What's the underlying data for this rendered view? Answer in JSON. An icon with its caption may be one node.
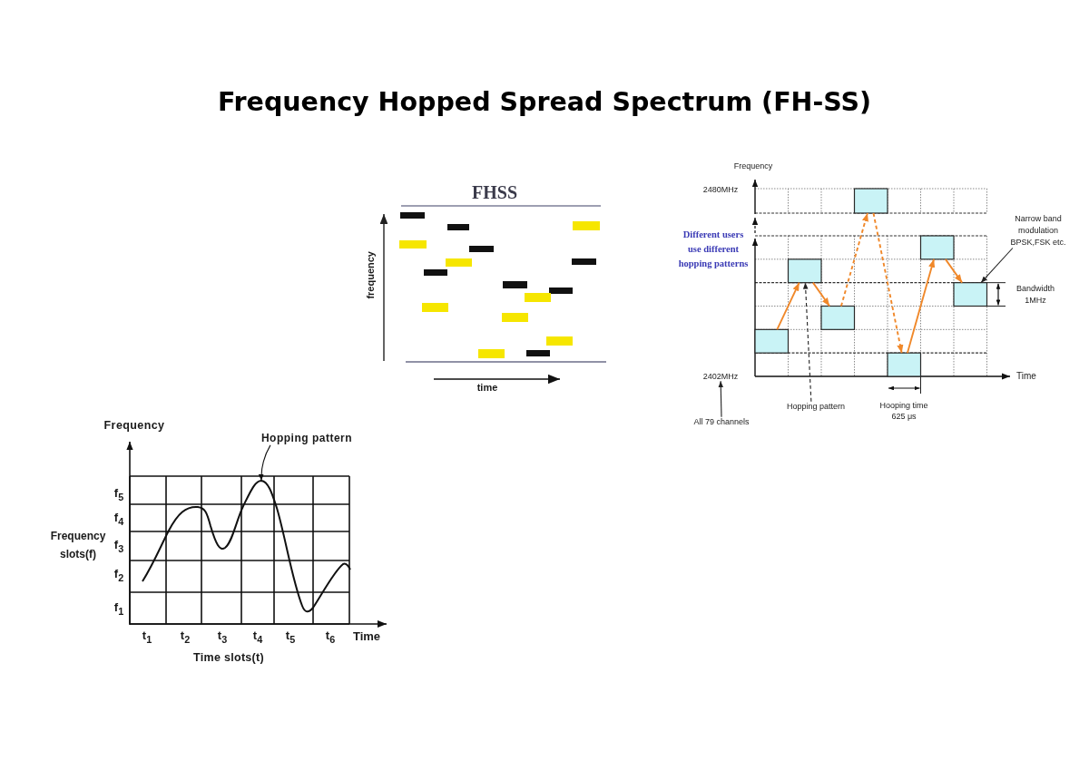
{
  "diagram": {
    "title": "Frequency Hopped Spread Spectrum (FH-SS)",
    "nodes": [
      {
        "text": [],
        "shape": "box"
      },
      {
        "text": [],
        "shape": "box"
      },
      {
        "text": [],
        "shape": "box"
      },
      {
        "text": [],
        "shape": "box"
      },
      {
        "text": [],
        "shape": "box"
      },
      {
        "text": [],
        "shape": "box"
      },
      {
        "text": [],
        "shape": "box"
      },
      {
        "text": [
          "Narrow band modulation BPSK,FSK etc."
        ]
      },
      {
        "text": [
          "Hopping pattern"
        ]
      },
      {
        "text": [
          "2402MHz"
        ]
      },
      {
        "text": [
          "All 79 channels"
        ]
      },
      {
        "text": [
          "Hopping pattern"
        ]
      },
      {
        "text": [],
        "shape": "curve"
      }
    ],
    "edges": [
      {
        "from": 0,
        "to": 1,
        "arrow": "to",
        "color": "#f0882a"
      },
      {
        "from": 1,
        "to": 2,
        "arrow": "to",
        "color": "#f0882a"
      },
      {
        "from": 2,
        "to": 3,
        "arrow": "to",
        "style": "dashed",
        "color": "#f0882a"
      },
      {
        "from": 3,
        "to": 4,
        "arrow": "to",
        "style": "dashed",
        "color": "#f0882a"
      },
      {
        "from": 4,
        "to": 5,
        "arrow": "to",
        "color": "#f0882a"
      },
      {
        "from": 5,
        "to": 6,
        "arrow": "to",
        "color": "#f0882a"
      },
      {
        "from": 7,
        "to": 6,
        "arrow": "to",
        "color": "#222222"
      },
      {
        "from": 8,
        "to": 1,
        "arrow": "to",
        "style": "dashed",
        "color": "#222222"
      },
      {
        "from": 10,
        "to": 9,
        "arrow": "to",
        "color": "#222222"
      },
      {
        "from": 11,
        "to": 12,
        "arrow": "to",
        "color": "#111111"
      }
    ],
    "labels": [
      "FHSS",
      "frequency",
      "time",
      "Frequency",
      "2480MHz",
      "Different users use different hopping patterns",
      "Bandwidth 1MHz",
      "Time",
      "Hooping time 625 μs",
      "Frequency",
      "f$_{5}$",
      "f$_{4}$",
      "Frequency slots(f)",
      "f$_{3}$",
      "f$_{2}$",
      "f$_{1}$",
      "t$_{1}$",
      "t$_{2}$",
      "t$_{3}$",
      "t$_{4}$",
      "t$_{5}$",
      "t$_{6}$",
      "Time",
      "Time slots(t)"
    ]
  }
}
